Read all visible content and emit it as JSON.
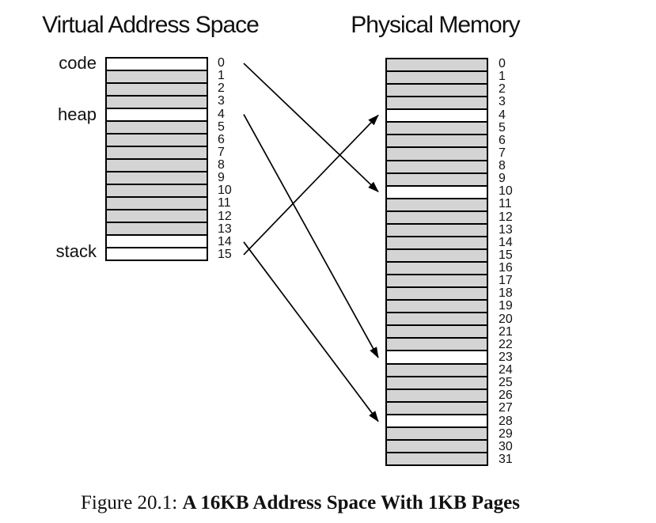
{
  "titles": {
    "virtual": "Virtual Address Space",
    "physical": "Physical Memory"
  },
  "virtual_memory": {
    "page_count": 16,
    "page_numbers": [
      "0",
      "1",
      "2",
      "3",
      "4",
      "5",
      "6",
      "7",
      "8",
      "9",
      "10",
      "11",
      "12",
      "13",
      "14",
      "15"
    ],
    "white_pages": [
      0,
      4,
      14,
      15
    ],
    "segment_labels": [
      {
        "text": "code",
        "page": 0
      },
      {
        "text": "heap",
        "page": 4
      },
      {
        "text": "stack",
        "page": 15
      }
    ]
  },
  "physical_memory": {
    "page_count": 32,
    "page_numbers": [
      "0",
      "1",
      "2",
      "3",
      "4",
      "5",
      "6",
      "7",
      "8",
      "9",
      "10",
      "11",
      "12",
      "13",
      "14",
      "15",
      "16",
      "17",
      "18",
      "19",
      "20",
      "21",
      "22",
      "23",
      "24",
      "25",
      "26",
      "27",
      "28",
      "29",
      "30",
      "31"
    ],
    "white_pages": [
      4,
      10,
      23,
      28
    ]
  },
  "mappings": [
    {
      "from_virtual_page": 0,
      "to_physical_frame": 10
    },
    {
      "from_virtual_page": 4,
      "to_physical_frame": 23
    },
    {
      "from_virtual_page": 14,
      "to_physical_frame": 28
    },
    {
      "from_virtual_page": 15,
      "to_physical_frame": 4
    }
  ],
  "caption": {
    "prefix": "Figure 20.1: ",
    "title": "A 16KB Address Space With 1KB Pages"
  },
  "colors": {
    "page_used_fill": "#d4d4d4",
    "page_empty_fill": "#ffffff",
    "line_color": "#000000"
  }
}
